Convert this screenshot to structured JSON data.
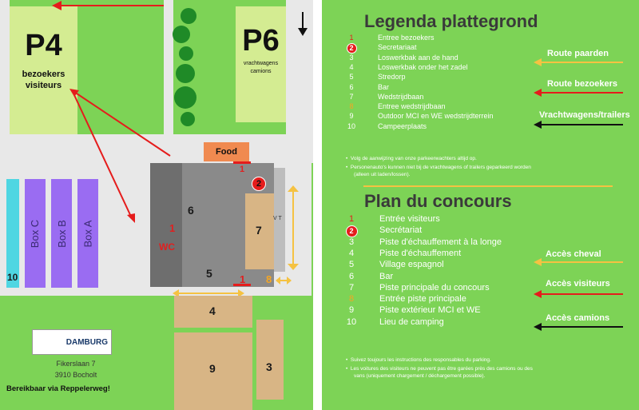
{
  "map": {
    "p4": {
      "label": "P4",
      "sub1": "bezoekers",
      "sub2": "visiteurs"
    },
    "p6": {
      "label": "P6",
      "sub1": "vrachtwagens",
      "sub2": "camions"
    },
    "food": "Food",
    "wc": "WC",
    "boxes": [
      "Box C",
      "Box B",
      "Box A"
    ],
    "numbers": {
      "n10": "10",
      "n6": "6",
      "n7": "7",
      "n5": "5",
      "n4": "4",
      "n9": "9",
      "n3": "3",
      "n1a": "1",
      "n1b": "1",
      "n1c": "1",
      "n8": "8",
      "n2": "2",
      "vt": "V T"
    },
    "logo": "DAMBURG",
    "address1": "Fikerslaan 7",
    "address2": "3910 Bocholt",
    "reach": "Bereikbaar via Reppelerweg!",
    "colors": {
      "grass": "#7dd356",
      "road": "#e8e8e8",
      "parking": "#d4ec92",
      "sand": "#d8b585",
      "boxes": "#9a6cf2",
      "route_visitors": "#e51c1c",
      "route_horses": "#f5c242",
      "route_trucks": "#111111"
    }
  },
  "legend": {
    "title_nl": "Legenda plattegrond",
    "items_nl": [
      "Entree bezoekers",
      "Secretariaat",
      "Loswerkbak aan de hand",
      "Loswerkbak onder het zadel",
      "Stredorp",
      "Bar",
      "Wedstrijdbaan",
      "Entree wedstrijdbaan",
      "Outdoor MCI en WE wedstrijdterrein",
      "Campeerplaats"
    ],
    "routes_nl": [
      "Route paarden",
      "Route bezoekers",
      "Vrachtwagens/trailers"
    ],
    "notes_nl": [
      "Volg de aanwijzing van onze parkeerwachters altijd op.",
      "Personenauto's kunnen niet bij de vrachtwagens of trailers geparkeerd worden",
      "(alleen uit laden/lossen)."
    ],
    "title_fr": "Plan du concours",
    "items_fr": [
      "Entrée visiteurs",
      "Secrétariat",
      "Piste d'échauffement à la longe",
      "Piste d'échauffement",
      "Village espagnol",
      "Bar",
      "Piste principale du concours",
      "Entrée piste principale",
      "Piste extérieur MCI et WE",
      "Lieu de camping"
    ],
    "routes_fr": [
      "Accès cheval",
      "Accès visiteurs",
      "Accès camions"
    ],
    "notes_fr": [
      "Suivez toujours les instructions des responsables du parking.",
      "Les voitures des visiteurs ne peuvent pas être garées près des camions ou des",
      "vans (uniquement chargement / déchargement possible)."
    ],
    "nums": [
      "1",
      "2",
      "3",
      "4",
      "5",
      "6",
      "7",
      "8",
      "9",
      "10"
    ]
  }
}
